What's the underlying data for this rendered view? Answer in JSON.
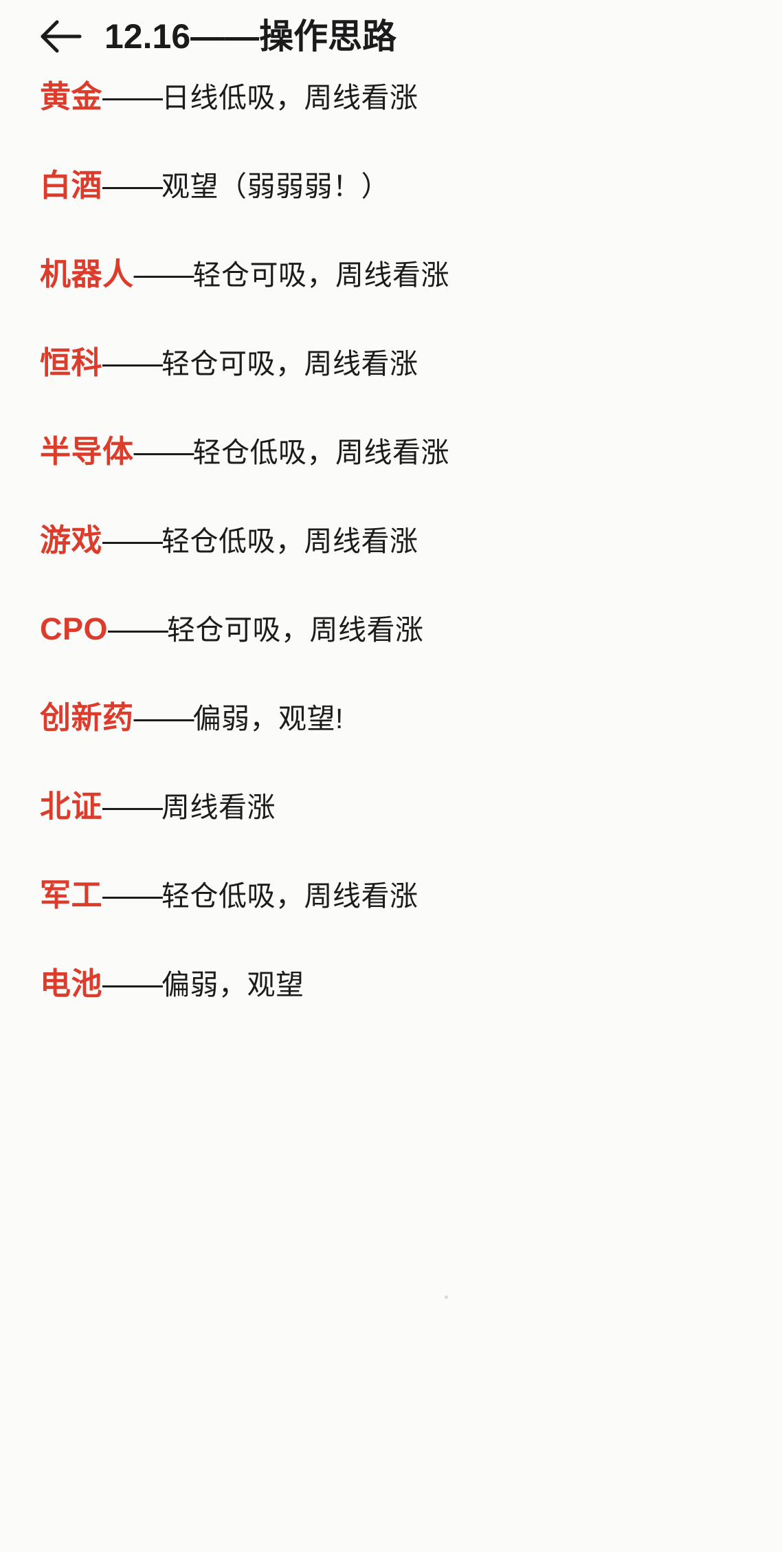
{
  "header": {
    "back_icon": "back-arrow-icon",
    "title": "12.16——操作思路"
  },
  "separator": "——",
  "accent_color": "#dc3c2b",
  "text_color": "#1c1c1c",
  "background_color": "#fbfbfa",
  "rows": [
    {
      "name": "黄金",
      "sep": "——",
      "desc": "日线低吸，周线看涨"
    },
    {
      "name": "白酒",
      "sep": "——",
      "desc": "观望（弱弱弱！）"
    },
    {
      "name": "机器人",
      "sep": "——",
      "desc": "轻仓可吸，周线看涨"
    },
    {
      "name": "恒科",
      "sep": "——",
      "desc": "轻仓可吸，周线看涨"
    },
    {
      "name": "半导体",
      "sep": "——",
      "desc": "轻仓低吸，周线看涨"
    },
    {
      "name": "游戏",
      "sep": "——",
      "desc": "轻仓低吸，周线看涨"
    },
    {
      "name": "CPO",
      "sep": "——",
      "desc": "轻仓可吸，周线看涨"
    },
    {
      "name": "创新药",
      "sep": "——",
      "desc": "偏弱，观望!"
    },
    {
      "name": "北证",
      "sep": "——",
      "desc": "周线看涨"
    },
    {
      "name": "军工",
      "sep": "——",
      "desc": "轻仓低吸，周线看涨"
    },
    {
      "name": "电池",
      "sep": "——",
      "desc": "偏弱，观望"
    }
  ]
}
